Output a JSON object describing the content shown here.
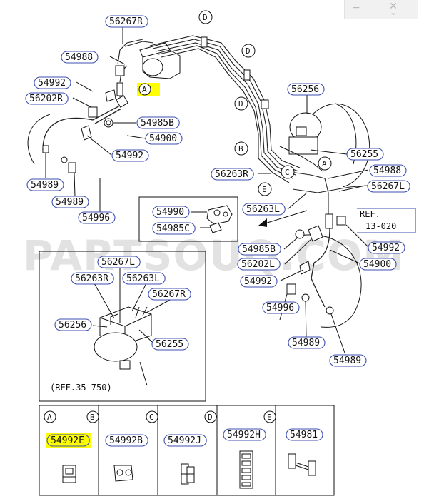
{
  "watermark": "PARTSOUQ.COM",
  "window_controls": {
    "minimize": "−",
    "close": "✕",
    "expand": "⌄"
  },
  "callouts": [
    {
      "id": "c-56267R-top",
      "label": "56267R"
    },
    {
      "id": "c-54988-top",
      "label": "54988"
    },
    {
      "id": "c-54992-top",
      "label": "54992"
    },
    {
      "id": "c-56202R",
      "label": "56202R"
    },
    {
      "id": "c-54985B-top",
      "label": "54985B"
    },
    {
      "id": "c-54900-top",
      "label": "54900"
    },
    {
      "id": "c-54992-mid",
      "label": "54992"
    },
    {
      "id": "c-54989-left",
      "label": "54989"
    },
    {
      "id": "c-54989-left2",
      "label": "54989"
    },
    {
      "id": "c-54996-left",
      "label": "54996"
    },
    {
      "id": "c-56256-top",
      "label": "56256"
    },
    {
      "id": "c-56255-top",
      "label": "56255"
    },
    {
      "id": "c-56263R-top",
      "label": "56263R"
    },
    {
      "id": "c-54988-right",
      "label": "54988"
    },
    {
      "id": "c-56267L-top",
      "label": "56267L"
    },
    {
      "id": "c-54990",
      "label": "54990"
    },
    {
      "id": "c-54985C",
      "label": "54985C"
    },
    {
      "id": "c-56263L-top",
      "label": "56263L"
    },
    {
      "id": "c-54992-right",
      "label": "54992"
    },
    {
      "id": "c-54985B-right",
      "label": "54985B"
    },
    {
      "id": "c-56202L",
      "label": "56202L"
    },
    {
      "id": "c-54900-right",
      "label": "54900"
    },
    {
      "id": "c-54992-right2",
      "label": "54992"
    },
    {
      "id": "c-54996-right",
      "label": "54996"
    },
    {
      "id": "c-54989-right",
      "label": "54989"
    },
    {
      "id": "c-54989-right2",
      "label": "54989"
    },
    {
      "id": "c-56267L-inset",
      "label": "56267L"
    },
    {
      "id": "c-56263R-inset",
      "label": "56263R"
    },
    {
      "id": "c-56263L-inset",
      "label": "56263L"
    },
    {
      "id": "c-56267R-inset",
      "label": "56267R"
    },
    {
      "id": "c-56256-inset",
      "label": "56256"
    },
    {
      "id": "c-56255-inset",
      "label": "56255"
    },
    {
      "id": "c-54992E",
      "label": "54992E",
      "highlighted": true
    },
    {
      "id": "c-54992B",
      "label": "54992B"
    },
    {
      "id": "c-54992J",
      "label": "54992J"
    },
    {
      "id": "c-54992H",
      "label": "54992H"
    },
    {
      "id": "c-54981",
      "label": "54981"
    }
  ],
  "ref_notes": {
    "ref_020_line1": "REF.",
    "ref_020_line2": "13-020",
    "ref_750": "(REF.35-750)"
  },
  "location_letters": {
    "top_d1": "D",
    "top_d2": "D",
    "top_d3": "D",
    "top_a_hl": "A",
    "top_a": "A",
    "top_b": "B",
    "top_c": "C",
    "top_e": "E"
  },
  "legend": [
    {
      "letter": "A",
      "part": "54992E",
      "highlighted": true
    },
    {
      "letter": "B",
      "part": "54992B"
    },
    {
      "letter": "C",
      "part": "54992J"
    },
    {
      "letter": "D",
      "part": "54992H"
    },
    {
      "letter": "E",
      "part": "54981"
    }
  ],
  "colors": {
    "callout_border": "#3d4fb0",
    "highlight": "#ffff00",
    "line": "#111111",
    "watermark": "#d8d8d8"
  }
}
